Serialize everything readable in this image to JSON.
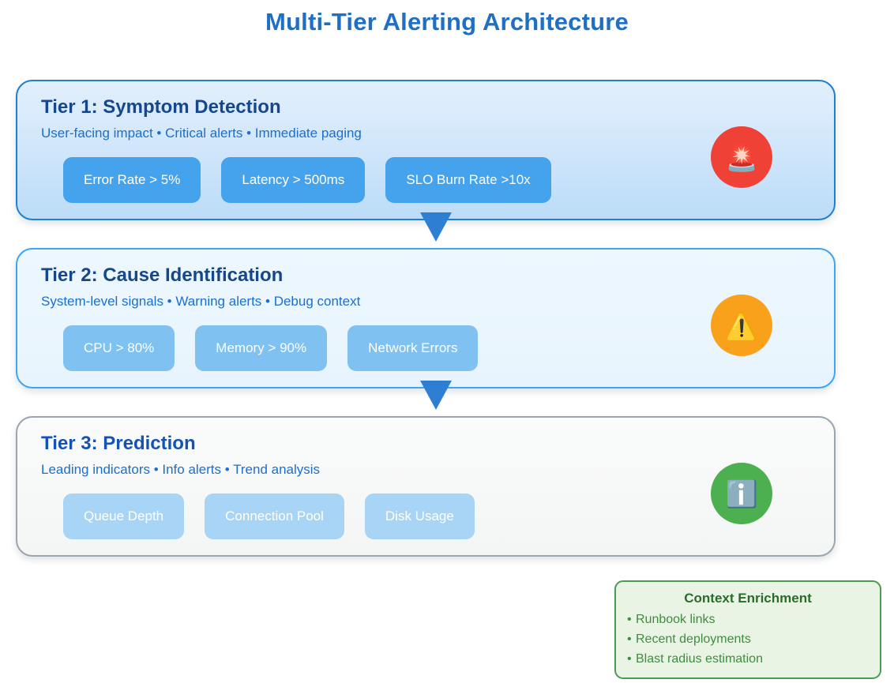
{
  "page": {
    "title": "Multi-Tier Alerting Architecture",
    "title_color": "#1f6fc4",
    "background": "#ffffff"
  },
  "tiers": [
    {
      "id": "tier-1",
      "title": "Tier 1: Symptom Detection",
      "subtitle": "User-facing impact • Critical alerts • Immediate paging",
      "chips": [
        "Error Rate > 5%",
        "Latency > 500ms",
        "SLO Burn Rate >10x"
      ],
      "badge": {
        "icon": "siren-icon",
        "glyph": "🚨",
        "color": "#ef4136"
      },
      "border_color": "#1f7fd0",
      "chip_color": "#45a3ee"
    },
    {
      "id": "tier-2",
      "title": "Tier 2: Cause Identification",
      "subtitle": "System-level signals • Warning alerts • Debug context",
      "chips": [
        "CPU > 80%",
        "Memory > 90%",
        "Network Errors"
      ],
      "badge": {
        "icon": "warning-triangle-icon",
        "glyph": "⚠️",
        "color": "#f9a11b"
      },
      "border_color": "#3da5f4",
      "chip_color": "#7fc1f0"
    },
    {
      "id": "tier-3",
      "title": "Tier 3: Prediction",
      "subtitle": "Leading indicators • Info alerts • Trend analysis",
      "chips": [
        "Queue Depth",
        "Connection Pool",
        "Disk Usage"
      ],
      "badge": {
        "icon": "information-icon",
        "glyph": "ℹ️",
        "color": "#4caf50"
      },
      "border_color": "#9aa5ad",
      "chip_color": "#a8d4f5"
    }
  ],
  "arrows": [
    {
      "icon": "down-arrow-icon",
      "color": "#2e7fd4"
    },
    {
      "icon": "down-arrow-icon",
      "color": "#2e7fd4"
    }
  ],
  "context_box": {
    "title": "Context Enrichment",
    "items": [
      "Runbook links",
      "Recent deployments",
      "Blast radius estimation"
    ],
    "background": "#e9f4e5",
    "border_color": "#4e9a4e",
    "title_color": "#2c6b2c",
    "text_color": "#3f8c3f"
  }
}
